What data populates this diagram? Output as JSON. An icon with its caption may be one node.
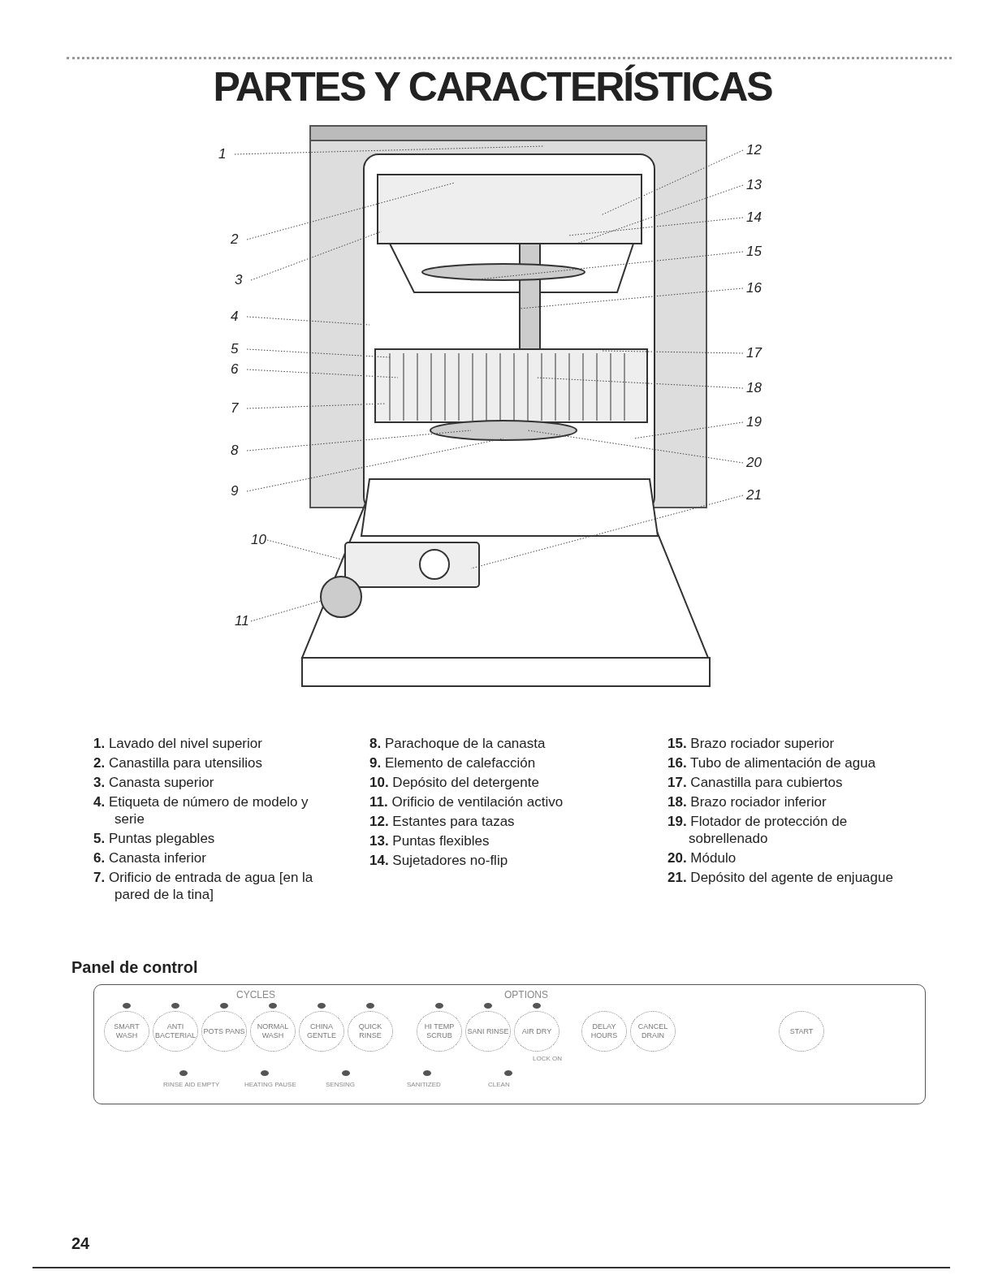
{
  "diagram": {
    "title": "PARTES Y CARACTERÍSTICAS",
    "nodes": [
      {
        "text": [
          "1"
        ]
      },
      {
        "text": [
          "2"
        ]
      },
      {
        "text": [
          "3"
        ]
      },
      {
        "text": [
          "4"
        ]
      },
      {
        "text": [
          "5"
        ]
      },
      {
        "text": [
          "6"
        ]
      },
      {
        "text": [
          "7"
        ]
      },
      {
        "text": [
          "8"
        ]
      },
      {
        "text": [
          "9"
        ]
      },
      {
        "text": [
          "10"
        ]
      },
      {
        "text": [
          "11"
        ]
      },
      {
        "text": [
          "12"
        ]
      },
      {
        "text": [
          "13"
        ]
      },
      {
        "text": [
          "14"
        ]
      },
      {
        "text": [
          "15"
        ]
      },
      {
        "text": [
          "16"
        ]
      },
      {
        "text": [
          "17"
        ]
      },
      {
        "text": [
          "18"
        ]
      },
      {
        "text": [
          "19"
        ]
      },
      {
        "text": [
          "20"
        ]
      },
      {
        "text": [
          "21"
        ]
      },
      {
        "text": [
          "CYCLES",
          "OPTIONS"
        ]
      },
      {
        "text": [
          "SMART WASH"
        ],
        "in": 21
      },
      {
        "text": [
          "ANTI BACTERIAL"
        ],
        "in": 21
      },
      {
        "text": [
          "POTS PANS"
        ],
        "in": 21
      },
      {
        "text": [
          "NORMAL WASH"
        ],
        "in": 21
      },
      {
        "text": [
          "CHINA GENTLE"
        ],
        "in": 21
      },
      {
        "text": [
          "QUICK RINSE"
        ],
        "in": 21
      },
      {
        "text": [
          "HI TEMP SCRUB"
        ],
        "in": 21
      },
      {
        "text": [
          "SANI RINSE"
        ],
        "in": 21
      },
      {
        "text": [
          "AIR DRY"
        ],
        "in": 21
      },
      {
        "text": [
          "DELAY HOURS"
        ],
        "in": 21
      },
      {
        "text": [
          "CANCEL DRAIN"
        ],
        "in": 21
      },
      {
        "text": [
          "START"
        ],
        "in": 21
      }
    ],
    "edges": [
      {
        "from": 0,
        "to": null,
        "arrow": "none"
      },
      {
        "from": 1,
        "to": null,
        "arrow": "none"
      },
      {
        "from": 2,
        "to": null,
        "arrow": "none"
      },
      {
        "from": 3,
        "to": null,
        "arrow": "none"
      },
      {
        "from": 4,
        "to": null,
        "arrow": "none"
      },
      {
        "from": 5,
        "to": null,
        "arrow": "none"
      },
      {
        "from": 6,
        "to": null,
        "arrow": "none"
      },
      {
        "from": 7,
        "to": null,
        "arrow": "none"
      },
      {
        "from": 8,
        "to": null,
        "arrow": "none"
      },
      {
        "from": 9,
        "to": null,
        "arrow": "none"
      },
      {
        "from": 10,
        "to": null,
        "arrow": "none"
      },
      {
        "from": 11,
        "to": null,
        "arrow": "none"
      },
      {
        "from": 12,
        "to": null,
        "arrow": "none"
      },
      {
        "from": 13,
        "to": null,
        "arrow": "none"
      },
      {
        "from": 14,
        "to": null,
        "arrow": "none"
      },
      {
        "from": 15,
        "to": null,
        "arrow": "none"
      },
      {
        "from": 16,
        "to": null,
        "arrow": "none"
      },
      {
        "from": 17,
        "to": null,
        "arrow": "none"
      },
      {
        "from": 18,
        "to": null,
        "arrow": "none"
      },
      {
        "from": 19,
        "to": null,
        "arrow": "none"
      },
      {
        "from": 20,
        "to": null,
        "arrow": "none"
      }
    ],
    "labels": [
      "**1.** Lavado del nivel superior",
      "**2.** Canastilla para utensilios",
      "**3.** Canasta superior",
      "**4.** Etiqueta de número de modelo y serie",
      "**5.** Puntas plegables",
      "**6.** Canasta inferior",
      "**7.** Orificio de entrada de agua [en la pared de la tina]",
      "**8.** Parachoque de la canasta",
      "**9.** Elemento de calefacción",
      "**10.** Depósito del detergente",
      "**11.** Orificio de ventilación activo",
      "**12.** Estantes para tazas",
      "**13.** Puntas flexibles",
      "**14.** Sujetadores no-flip",
      "**15.** Brazo rociador superior",
      "**16.** Tubo de alimentación de agua",
      "**17.** Canastilla para cubiertos",
      "**18.** Brazo rociador inferior",
      "**19.** Flotador de protección de sobrellenado",
      "**20.** Módulo",
      "**21.** Depósito del agente de enjuague",
      "Panel de control",
      "LOCK ON",
      "RINSE AID EMPTY",
      "HEATING PAUSE",
      "SENSING",
      "SANITIZED",
      "CLEAN",
      "24"
    ]
  }
}
